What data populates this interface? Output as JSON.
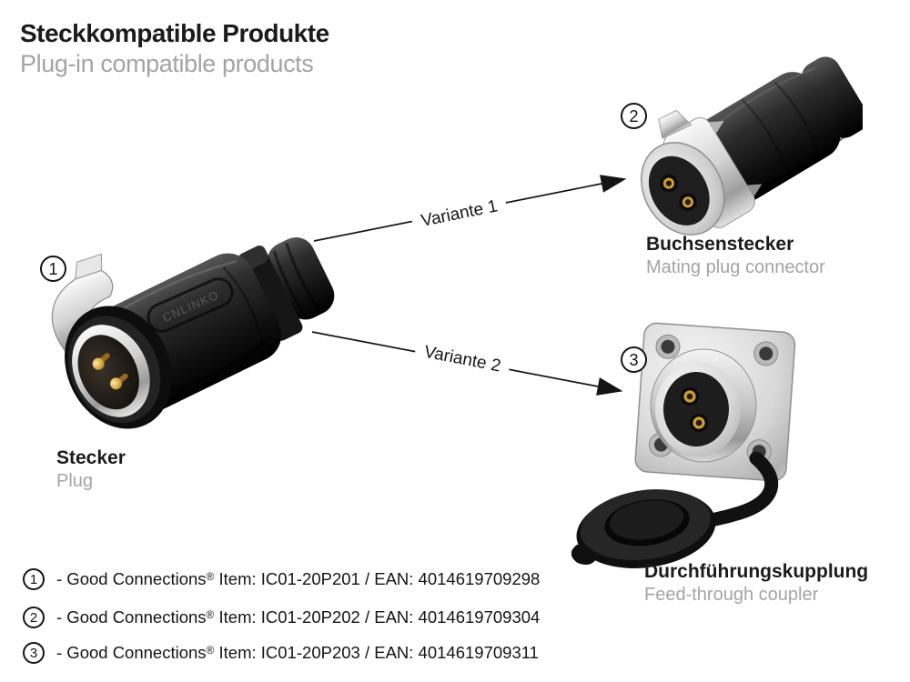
{
  "header": {
    "title": "Steckkompatible Produkte",
    "subtitle": "Plug-in compatible products"
  },
  "variants": [
    {
      "label": "Variante 1"
    },
    {
      "label": "Variante 2"
    }
  ],
  "products": [
    {
      "badge": "1",
      "name_de": "Stecker",
      "name_en": "Plug",
      "brand_embossing": "CNLINKO"
    },
    {
      "badge": "2",
      "name_de": "Buchsenstecker",
      "name_en": "Mating plug connector"
    },
    {
      "badge": "3",
      "name_de": "Durchführungskupplung",
      "name_en": "Feed-through coupler"
    }
  ],
  "item_list": [
    {
      "badge": "1",
      "brand": "- Good Connections",
      "reg_mark": "®",
      "details": " Item: IC01-20P201 / EAN: 4014619709298"
    },
    {
      "badge": "2",
      "brand": "- Good Connections",
      "reg_mark": "®",
      "details": " Item: IC01-20P202 / EAN: 4014619709304"
    },
    {
      "badge": "3",
      "brand": "- Good Connections",
      "reg_mark": "®",
      "details": " Item: IC01-20P203 / EAN: 4014619709311"
    }
  ],
  "colors": {
    "text_primary": "#1b1b1b",
    "text_secondary": "#a2a4a6",
    "arrow": "#141414",
    "background": "#ffffff",
    "gold_contact": "#cf9f35",
    "chrome": "#d6d6d6",
    "connector_black": "#141414"
  }
}
